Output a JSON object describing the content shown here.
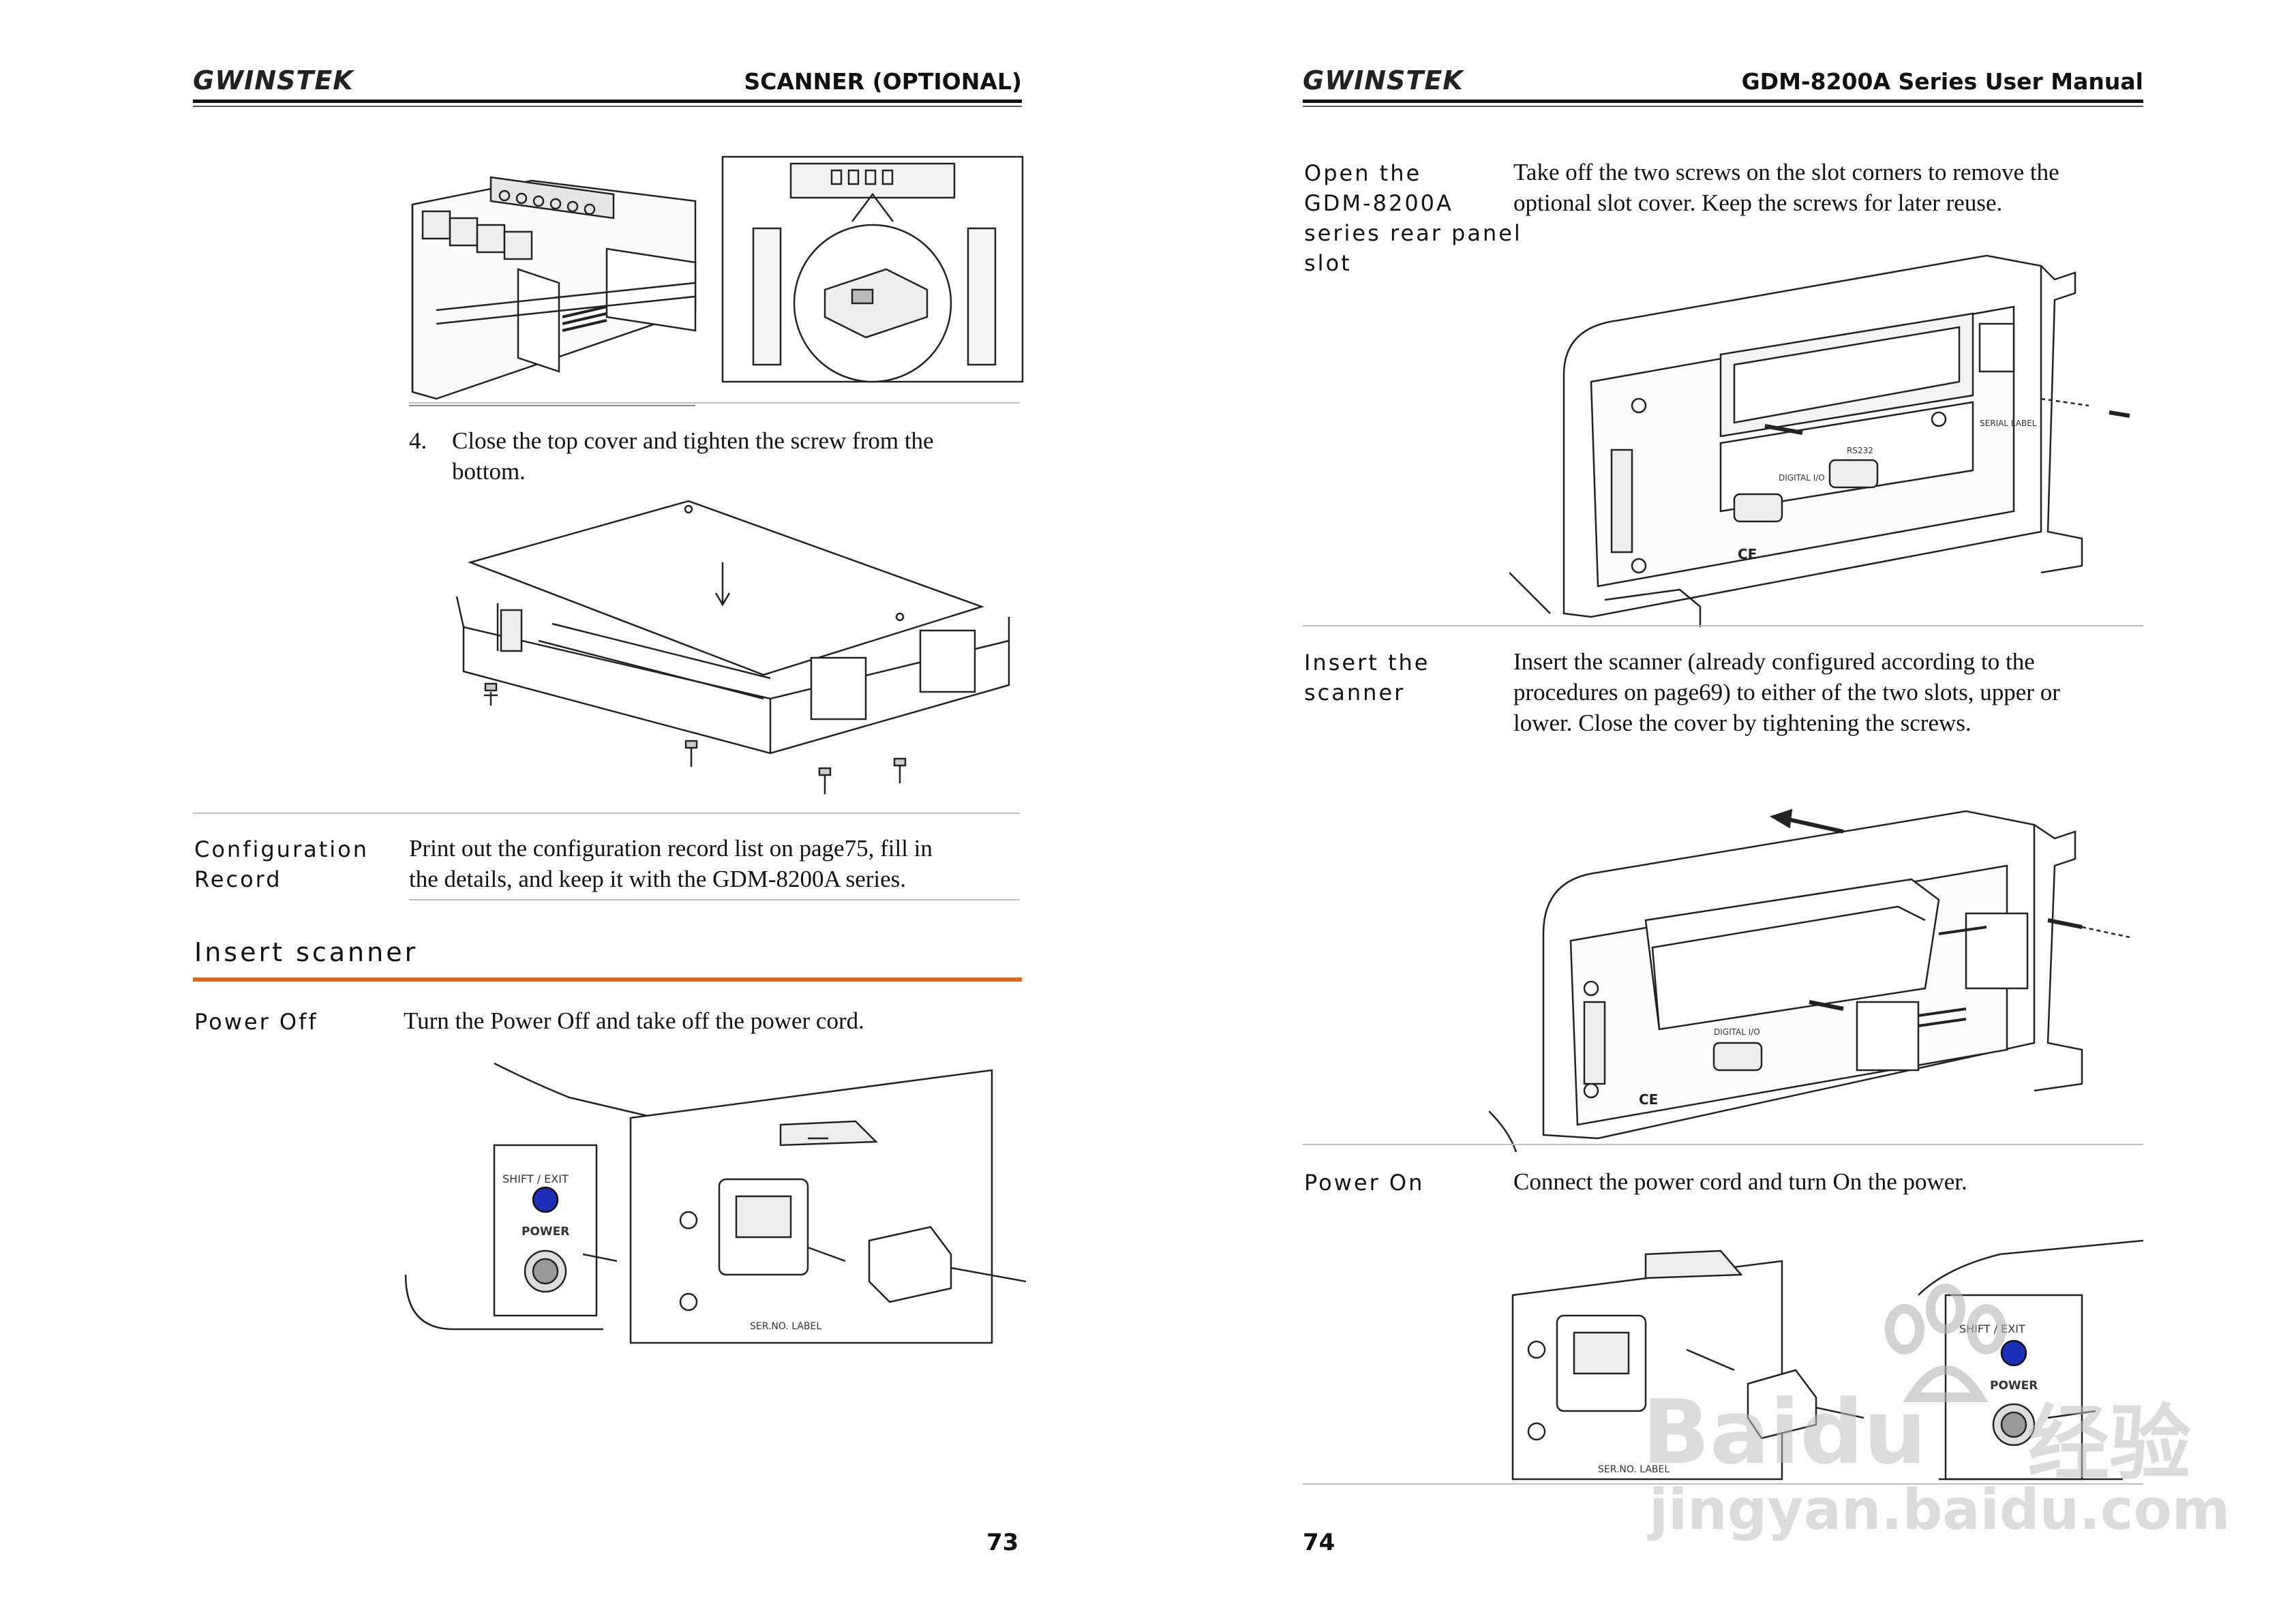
{
  "left_page": {
    "logo": "GWINSTEK",
    "running_head": "SCANNER (OPTIONAL)",
    "step4_number": "4.",
    "step4_text_l1": "Close the top cover and tighten the screw from the",
    "step4_text_l2": "bottom.",
    "config_label_l1": "Configuration",
    "config_label_l2": "Record",
    "config_text_l1": "Print out the configuration record list on page75, fill in",
    "config_text_l2": "the details, and keep it with the GDM-8200A series.",
    "section_heading": "Insert scanner",
    "power_off_label": "Power Off",
    "power_off_text": "Turn the Power Off and take off the power cord.",
    "panel_shift_exit": "SHIFT / EXIT",
    "panel_power": "POWER",
    "panel_ser_label": "SER.NO. LABEL",
    "page_number": "73"
  },
  "right_page": {
    "logo": "GWINSTEK",
    "running_head": "GDM-8200A Series User Manual",
    "open_label_l1": "Open the",
    "open_label_l2": "GDM-8200A",
    "open_label_l3": "series rear panel",
    "open_label_l4": "slot",
    "open_text_l1": "Take off the two screws on the slot corners to remove the",
    "open_text_l2": "optional slot cover. Keep the screws for later reuse.",
    "insert_label_l1": "Insert the",
    "insert_label_l2": "scanner",
    "insert_text_l1": "Insert the scanner (already configured according to the",
    "insert_text_l2": "procedures on page69) to either of the two slots, upper or",
    "insert_text_l3": "lower. Close the cover by tightening the screws.",
    "power_on_label": "Power On",
    "power_on_text": "Connect the power cord and turn On the power.",
    "panel_digital_io": "DIGITAL I/O",
    "panel_rs232": "RS232",
    "panel_serial_label": "SERIAL LABEL",
    "panel_ce": "CE",
    "panel_shift_exit": "SHIFT / EXIT",
    "panel_power": "POWER",
    "panel_ser_label": "SER.NO. LABEL",
    "page_number": "74"
  },
  "watermark": {
    "brand": "Baidu",
    "cn": "经验",
    "url": "jingyan.baidu.com"
  },
  "colors": {
    "accent_rule": "#e8661a",
    "button_blue": "#1c2fb8"
  }
}
